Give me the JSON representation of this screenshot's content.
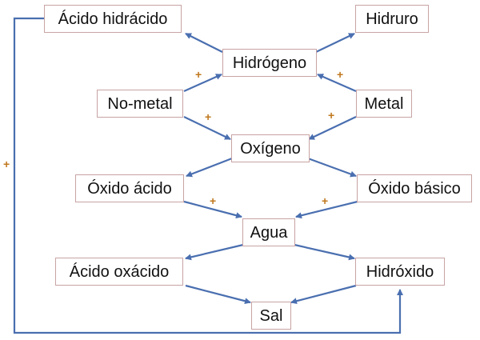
{
  "colors": {
    "arrow": "#4a6fb0",
    "node_border": "#c9a3a3",
    "plus": "#c0781e"
  },
  "nodes": {
    "acido_hidracido": "Ácido hidrácido",
    "hidruro": "Hidruro",
    "hidrogeno": "Hidrógeno",
    "no_metal": "No-metal",
    "metal": "Metal",
    "oxigeno": "Oxígeno",
    "oxido_acido": "Óxido ácido",
    "oxido_basico": "Óxido básico",
    "agua": "Agua",
    "acido_oxacido": "Ácido oxácido",
    "hidroxido": "Hidróxido",
    "sal": "Sal"
  },
  "plus_sign": "+"
}
